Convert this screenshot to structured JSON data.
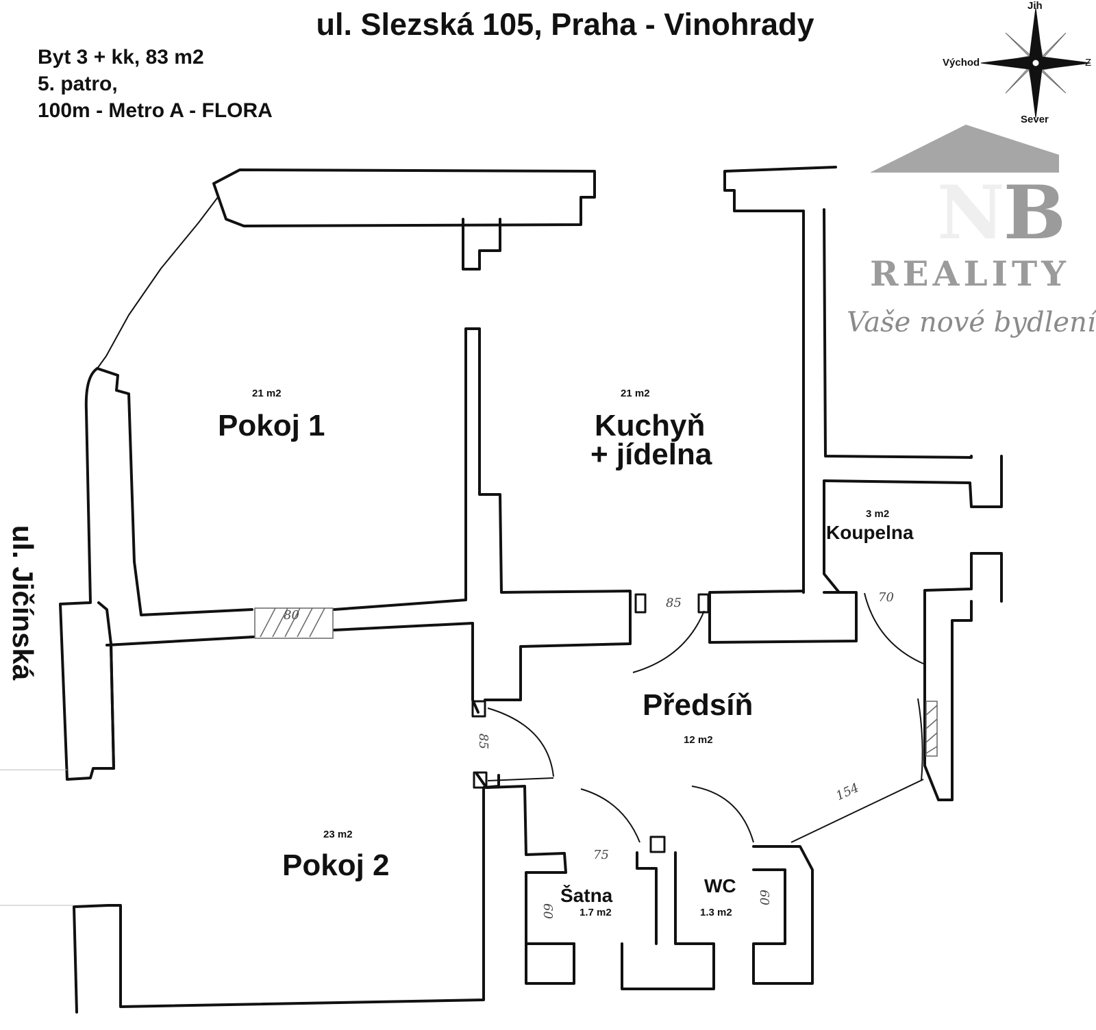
{
  "header": {
    "title": "ul. Slezská 105, Praha - Vinohrady",
    "info_lines": [
      "Byt 3 + kk, 83 m2",
      "5. patro,",
      "100m - Metro  A - FLORA"
    ]
  },
  "street_label": "ul. Jičínská",
  "compass": {
    "north": "Jih",
    "south": "Sever",
    "west": "Východ",
    "east": "Z"
  },
  "logo": {
    "letters": "NB",
    "word": "REALITY",
    "slogan": "Vaše nové bydlení..."
  },
  "rooms": [
    {
      "name": "Pokoj 1",
      "area": "21 m2"
    },
    {
      "name": "Kuchyň",
      "name2": "+ jídelna",
      "area": "21 m2"
    },
    {
      "name": "Koupelna",
      "area": "3 m2"
    },
    {
      "name": "Předsíň",
      "area": "12 m2"
    },
    {
      "name": "Pokoj 2",
      "area": "23 m2"
    },
    {
      "name": "Šatna",
      "area": "1.7 m2"
    },
    {
      "name": "WC",
      "area": "1.3 m2"
    }
  ],
  "door_widths": [
    "85",
    "70",
    "85",
    "154",
    "75",
    "60",
    "60",
    "80"
  ]
}
